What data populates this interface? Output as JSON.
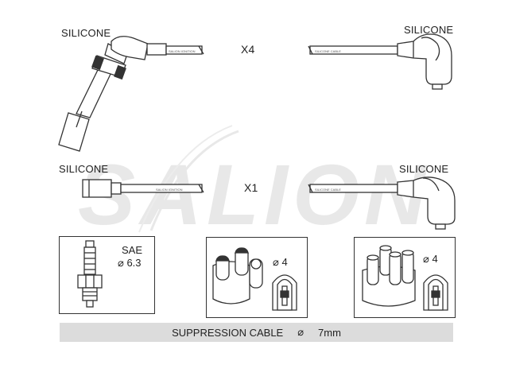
{
  "watermark": "SALION",
  "labels": {
    "top_left": "SILICONE",
    "top_right": "SILICONE",
    "mid_left": "SILICONE",
    "mid_right": "SILICONE",
    "qty_top": "X4",
    "qty_mid": "X1"
  },
  "cable_print": {
    "left_top": "SALION  IGNITION",
    "right_top": "SILICONE CABLE",
    "left_mid": "SALION  IGNITION",
    "right_mid": "SILICONE CABLE"
  },
  "boxes": {
    "plug": {
      "standard": "SAE",
      "size": "6.3"
    },
    "coil_terminal": {
      "size": "4"
    },
    "distributor_terminal": {
      "size": "4"
    }
  },
  "footer": {
    "label": "SUPPRESSION CABLE",
    "diameter_symbol": "⌀",
    "value": "7mm"
  },
  "colors": {
    "line": "#333333",
    "footer_bg": "#dcdcdc",
    "watermark": "#e6e6e6"
  },
  "icons": [
    "spark-plug-boot-icon",
    "coil-boot-icon",
    "spark-plug-icon",
    "coil-cap-icon",
    "distributor-cap-icon",
    "terminal-icon"
  ]
}
